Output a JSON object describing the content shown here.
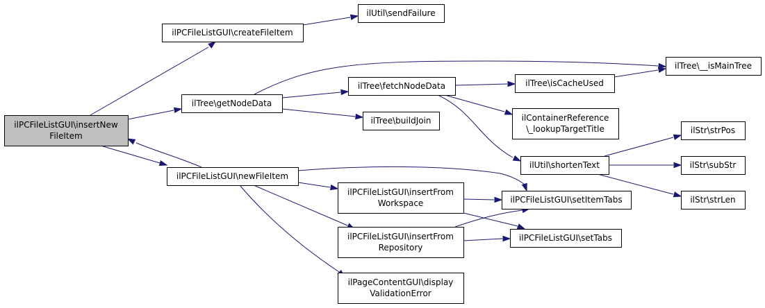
{
  "nodes": [
    {
      "id": "insertNewFileItem",
      "lines": [
        "ilPCFileListGUI\\insertNew",
        "FileItem"
      ],
      "highlighted": true
    },
    {
      "id": "createFileItem",
      "lines": [
        "ilPCFileListGUI\\createFileItem"
      ]
    },
    {
      "id": "sendFailure",
      "lines": [
        "ilUtil\\sendFailure"
      ]
    },
    {
      "id": "getNodeData",
      "lines": [
        "ilTree\\getNodeData"
      ]
    },
    {
      "id": "fetchNodeData",
      "lines": [
        "ilTree\\fetchNodeData"
      ]
    },
    {
      "id": "isCacheUsed",
      "lines": [
        "ilTree\\isCacheUsed"
      ]
    },
    {
      "id": "isMainTree",
      "lines": [
        "ilTree\\__isMainTree"
      ]
    },
    {
      "id": "buildJoin",
      "lines": [
        "ilTree\\buildJoin"
      ]
    },
    {
      "id": "lookupTargetTitle",
      "lines": [
        "ilContainerReference",
        "\\_lookupTargetTitle"
      ]
    },
    {
      "id": "shortenText",
      "lines": [
        "ilUtil\\shortenText"
      ]
    },
    {
      "id": "strPos",
      "lines": [
        "ilStr\\strPos"
      ]
    },
    {
      "id": "subStr",
      "lines": [
        "ilStr\\subStr"
      ]
    },
    {
      "id": "strLen",
      "lines": [
        "ilStr\\strLen"
      ]
    },
    {
      "id": "newFileItem",
      "lines": [
        "ilPCFileListGUI\\newFileItem"
      ]
    },
    {
      "id": "insertFromWorkspace",
      "lines": [
        "ilPCFileListGUI\\insertFrom",
        "Workspace"
      ]
    },
    {
      "id": "insertFromRepository",
      "lines": [
        "ilPCFileListGUI\\insertFrom",
        "Repository"
      ]
    },
    {
      "id": "setItemTabs",
      "lines": [
        "ilPCFileListGUI\\setItemTabs"
      ]
    },
    {
      "id": "setTabs",
      "lines": [
        "ilPCFileListGUI\\setTabs"
      ]
    },
    {
      "id": "displayValidationError",
      "lines": [
        "ilPageContentGUI\\display",
        "ValidationError"
      ]
    }
  ],
  "edges": [
    {
      "from": "insertNewFileItem",
      "to": "createFileItem"
    },
    {
      "from": "insertNewFileItem",
      "to": "getNodeData"
    },
    {
      "from": "insertNewFileItem",
      "to": "newFileItem"
    },
    {
      "from": "newFileItem",
      "to": "insertNewFileItem"
    },
    {
      "from": "createFileItem",
      "to": "sendFailure"
    },
    {
      "from": "getNodeData",
      "to": "isMainTree"
    },
    {
      "from": "getNodeData",
      "to": "fetchNodeData"
    },
    {
      "from": "getNodeData",
      "to": "buildJoin"
    },
    {
      "from": "fetchNodeData",
      "to": "isCacheUsed"
    },
    {
      "from": "fetchNodeData",
      "to": "lookupTargetTitle"
    },
    {
      "from": "fetchNodeData",
      "to": "shortenText"
    },
    {
      "from": "isCacheUsed",
      "to": "isMainTree"
    },
    {
      "from": "shortenText",
      "to": "strPos"
    },
    {
      "from": "shortenText",
      "to": "subStr"
    },
    {
      "from": "shortenText",
      "to": "strLen"
    },
    {
      "from": "newFileItem",
      "to": "setItemTabs"
    },
    {
      "from": "newFileItem",
      "to": "insertFromWorkspace"
    },
    {
      "from": "newFileItem",
      "to": "insertFromRepository"
    },
    {
      "from": "newFileItem",
      "to": "displayValidationError"
    },
    {
      "from": "insertFromWorkspace",
      "to": "setItemTabs"
    },
    {
      "from": "insertFromWorkspace",
      "to": "setTabs"
    },
    {
      "from": "insertFromRepository",
      "to": "setItemTabs"
    },
    {
      "from": "insertFromRepository",
      "to": "setTabs"
    }
  ],
  "colors": {
    "edge": "#191970",
    "node_fill": "#ffffff",
    "node_highlight_fill": "#bfbfbf",
    "node_border": "#000000"
  }
}
